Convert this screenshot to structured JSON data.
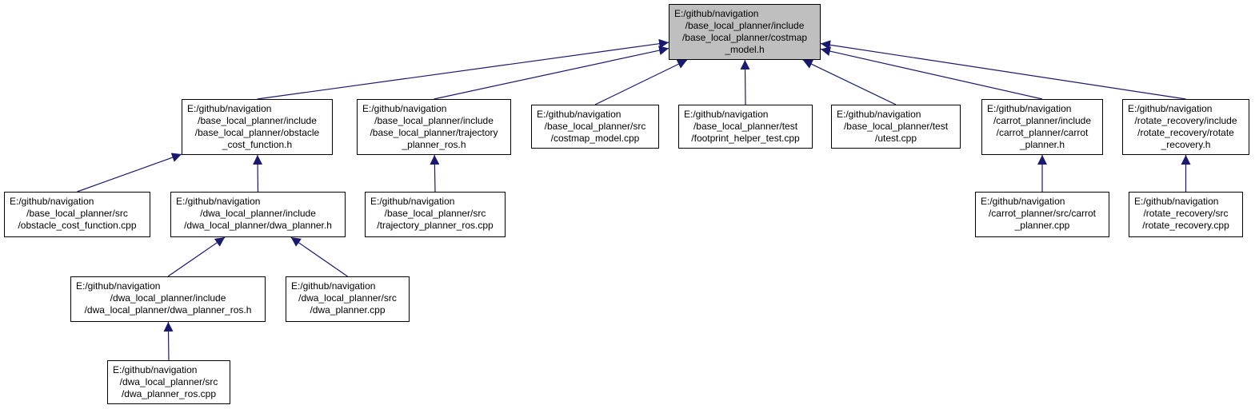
{
  "colors": {
    "edge": "#191970",
    "root_fill": "#bfbfbf",
    "node_fill": "#ffffff",
    "border": "#000000"
  },
  "nodes": [
    {
      "id": "costmap_model_h",
      "root": true,
      "lines": [
        "E:/github/navigation",
        "/base_local_planner/include",
        "/base_local_planner/costmap",
        "_model.h"
      ]
    },
    {
      "id": "obstacle_cost_function_h",
      "lines": [
        "E:/github/navigation",
        "/base_local_planner/include",
        "/base_local_planner/obstacle",
        "_cost_function.h"
      ]
    },
    {
      "id": "trajectory_planner_ros_h",
      "lines": [
        "E:/github/navigation",
        "/base_local_planner/include",
        "/base_local_planner/trajectory",
        "_planner_ros.h"
      ]
    },
    {
      "id": "costmap_model_cpp",
      "lines": [
        "E:/github/navigation",
        "/base_local_planner/src",
        "/costmap_model.cpp"
      ]
    },
    {
      "id": "footprint_helper_test_cpp",
      "lines": [
        "E:/github/navigation",
        "/base_local_planner/test",
        "/footprint_helper_test.cpp"
      ]
    },
    {
      "id": "utest_cpp",
      "lines": [
        "E:/github/navigation",
        "/base_local_planner/test",
        "/utest.cpp"
      ]
    },
    {
      "id": "carrot_planner_h",
      "lines": [
        "E:/github/navigation",
        "/carrot_planner/include",
        "/carrot_planner/carrot",
        "_planner.h"
      ]
    },
    {
      "id": "rotate_recovery_h",
      "lines": [
        "E:/github/navigation",
        "/rotate_recovery/include",
        "/rotate_recovery/rotate",
        "_recovery.h"
      ]
    },
    {
      "id": "obstacle_cost_function_cpp",
      "lines": [
        "E:/github/navigation",
        "/base_local_planner/src",
        "/obstacle_cost_function.cpp"
      ]
    },
    {
      "id": "dwa_planner_h",
      "lines": [
        "E:/github/navigation",
        "/dwa_local_planner/include",
        "/dwa_local_planner/dwa_planner.h"
      ]
    },
    {
      "id": "trajectory_planner_ros_cpp",
      "lines": [
        "E:/github/navigation",
        "/base_local_planner/src",
        "/trajectory_planner_ros.cpp"
      ]
    },
    {
      "id": "carrot_planner_cpp",
      "lines": [
        "E:/github/navigation",
        "/carrot_planner/src/carrot",
        "_planner.cpp"
      ]
    },
    {
      "id": "rotate_recovery_cpp",
      "lines": [
        "E:/github/navigation",
        "/rotate_recovery/src",
        "/rotate_recovery.cpp"
      ]
    },
    {
      "id": "dwa_planner_ros_h",
      "lines": [
        "E:/github/navigation",
        "/dwa_local_planner/include",
        "/dwa_local_planner/dwa_planner_ros.h"
      ]
    },
    {
      "id": "dwa_planner_cpp",
      "lines": [
        "E:/github/navigation",
        "/dwa_local_planner/src",
        "/dwa_planner.cpp"
      ]
    },
    {
      "id": "dwa_planner_ros_cpp",
      "lines": [
        "E:/github/navigation",
        "/dwa_local_planner/src",
        "/dwa_planner_ros.cpp"
      ]
    }
  ],
  "edges": [
    {
      "from": "obstacle_cost_function_h",
      "to": "costmap_model_h"
    },
    {
      "from": "trajectory_planner_ros_h",
      "to": "costmap_model_h"
    },
    {
      "from": "costmap_model_cpp",
      "to": "costmap_model_h"
    },
    {
      "from": "footprint_helper_test_cpp",
      "to": "costmap_model_h"
    },
    {
      "from": "utest_cpp",
      "to": "costmap_model_h"
    },
    {
      "from": "carrot_planner_h",
      "to": "costmap_model_h"
    },
    {
      "from": "rotate_recovery_h",
      "to": "costmap_model_h"
    },
    {
      "from": "obstacle_cost_function_cpp",
      "to": "obstacle_cost_function_h"
    },
    {
      "from": "dwa_planner_h",
      "to": "obstacle_cost_function_h"
    },
    {
      "from": "trajectory_planner_ros_cpp",
      "to": "trajectory_planner_ros_h"
    },
    {
      "from": "carrot_planner_cpp",
      "to": "carrot_planner_h"
    },
    {
      "from": "rotate_recovery_cpp",
      "to": "rotate_recovery_h"
    },
    {
      "from": "dwa_planner_ros_h",
      "to": "dwa_planner_h"
    },
    {
      "from": "dwa_planner_cpp",
      "to": "dwa_planner_h"
    },
    {
      "from": "dwa_planner_ros_cpp",
      "to": "dwa_planner_ros_h"
    }
  ]
}
